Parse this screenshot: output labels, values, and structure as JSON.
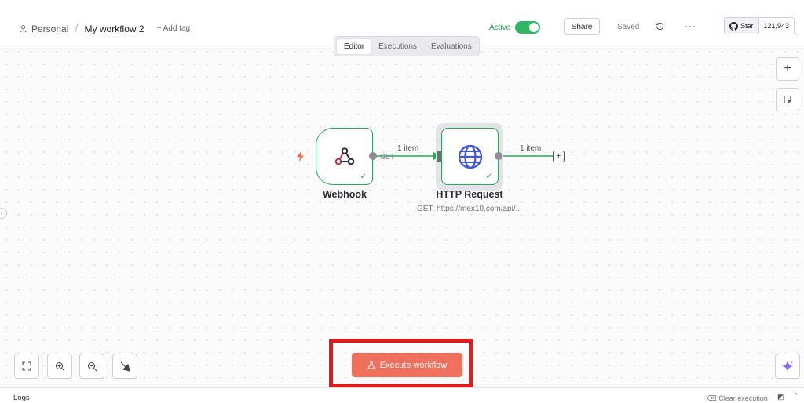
{
  "header": {
    "project": "Personal",
    "workflow_name": "My workflow 2",
    "add_tag": "+ Add tag",
    "active_label": "Active",
    "active_on": true,
    "share_label": "Share",
    "saved_label": "Saved",
    "more_label": "···",
    "github_star_label": "Star",
    "github_star_count": "121,943"
  },
  "tabs": [
    {
      "label": "Editor",
      "selected": true
    },
    {
      "label": "Executions",
      "selected": false
    },
    {
      "label": "Evaluations",
      "selected": false
    }
  ],
  "nodes": {
    "webhook": {
      "label": "Webhook",
      "icon": "webhook-icon",
      "trigger_icon": "lightning-icon",
      "output_method": "GET"
    },
    "http": {
      "label": "HTTP Request",
      "subtitle": "GET: https://mex10.com/api/...",
      "icon": "globe-icon"
    }
  },
  "connections": [
    {
      "from": "Webhook",
      "to": "HTTP Request",
      "label": "1 item"
    },
    {
      "from": "HTTP Request",
      "to": "add-node",
      "label": "1 item"
    }
  ],
  "canvas_controls": {
    "side_add": "+",
    "fit": "fit-view-icon",
    "zoom_in": "zoom-in-icon",
    "zoom_out": "zoom-out-icon",
    "tidy": "tidy-up-icon"
  },
  "execute_button": {
    "label": "Execute workflow",
    "color": "#f0705d"
  },
  "logs": {
    "label": "Logs",
    "clear": "Clear execution"
  },
  "colors": {
    "accent_green": "#2fa45a",
    "execute_red": "#f0705d",
    "highlight_red": "#e31b1b"
  }
}
